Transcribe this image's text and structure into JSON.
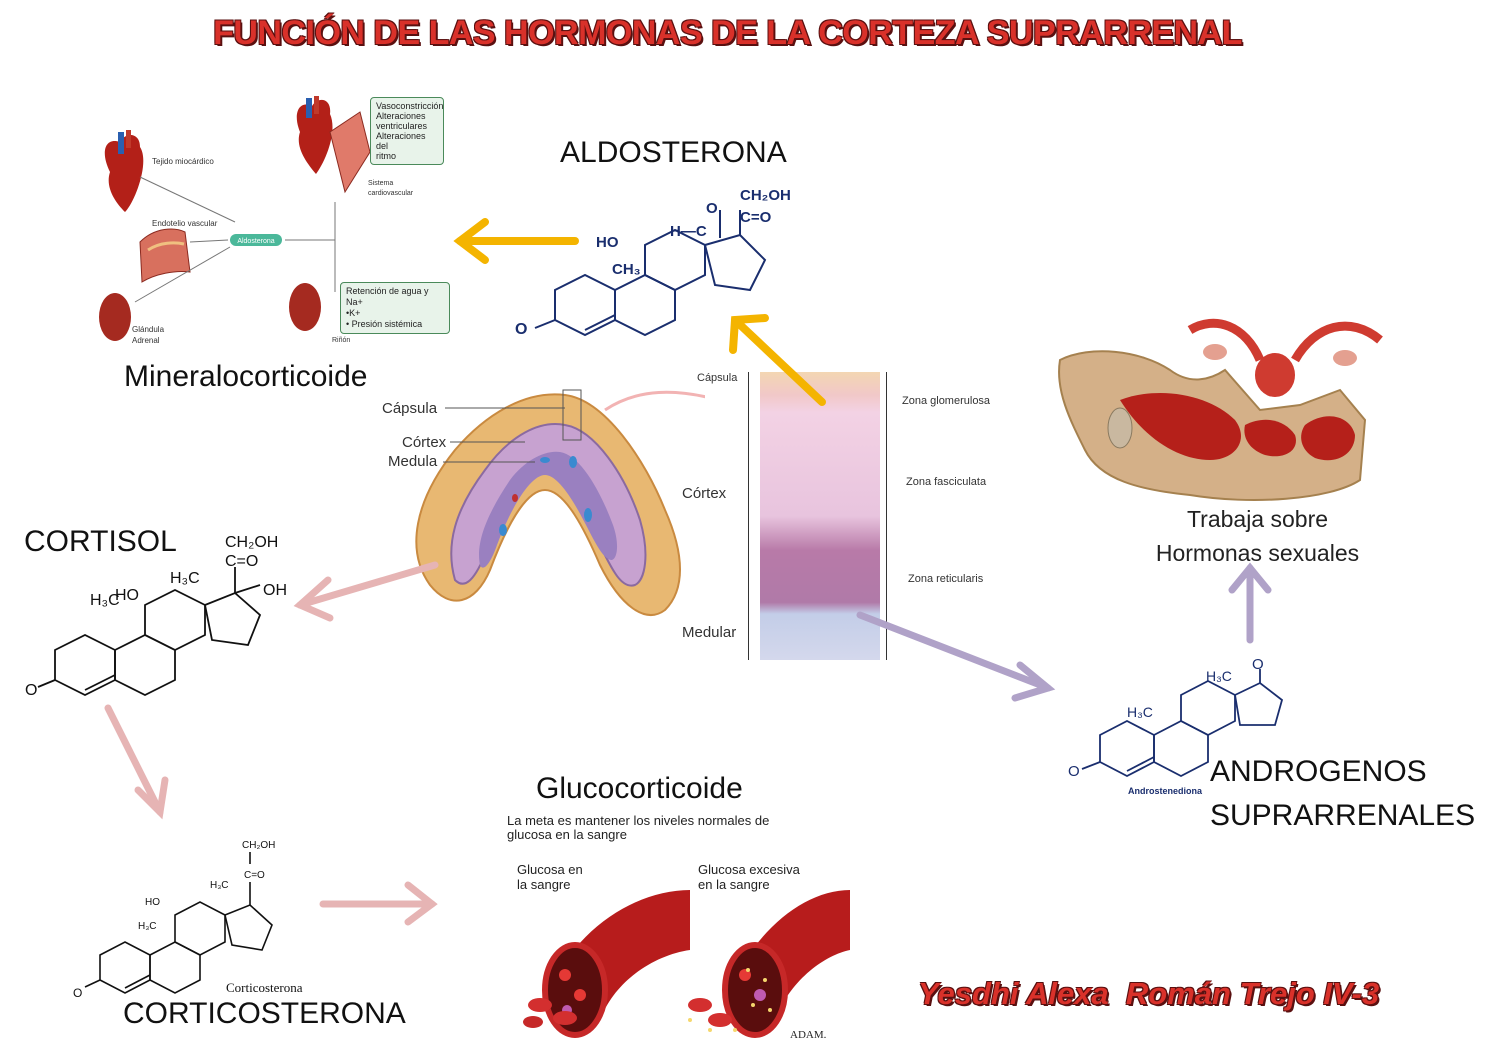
{
  "title": "FUNCIÓN DE LAS HORMONAS DE LA CORTEZA SUPRARRENAL",
  "labels": {
    "aldosterona": "ALDOSTERONA",
    "mineralocorticoide": "Mineralocorticoide",
    "cortisol": "CORTISOL",
    "corticosterona": "CORTICOSTERONA",
    "glucocorticoide": "Glucocorticoide",
    "androgenos_1": "ANDROGENOS",
    "androgenos_2": "SUPRARRENALES",
    "sexuales_1": "Trabaja sobre",
    "sexuales_2": "Hormonas sexuales",
    "author": "Yesdhi Alexa  Román Trejo IV-3"
  },
  "mineral_diagram": {
    "tejido": "Tejido miocárdico",
    "endotelio": "Endotelio vascular",
    "glandula_1": "Glándula",
    "glandula_2": "Adrenal",
    "aldosterona_pill": "Aldosterona",
    "cv_box": [
      "Vasoconstricción",
      "Alteraciones",
      "ventriculares",
      "Alteraciones del",
      "ritmo"
    ],
    "sistema_1": "Sistema",
    "sistema_2": "cardiovascular",
    "renal_box": [
      "Retención de agua y Na+",
      "•K+",
      "• Presión sistémica"
    ],
    "rinon": "Riñón"
  },
  "gland": {
    "capsula": "Cápsula",
    "cortex": "Córtex",
    "medula": "Medula"
  },
  "histology": {
    "capsula": "Cápsula",
    "cortex": "Córtex",
    "medular": "Medular",
    "zona_glom": "Zona glomerulosa",
    "zona_fasc": "Zona fasciculata",
    "zona_ret": "Zona reticularis"
  },
  "gluco": {
    "meta_1": "La meta es mantener los niveles normales de",
    "meta_2": "glucosa en la sangre",
    "normal_1": "Glucosa en",
    "normal_2": "la sangre",
    "excess_1": "Glucosa excesiva",
    "excess_2": "en la sangre",
    "adam": "ADAM."
  },
  "chem": {
    "ald_ch2oh": "CH₂OH",
    "ald_co": "C=O",
    "ald_o": "O",
    "ald_hc": "H—C",
    "ald_ho": "HO",
    "ald_ch3": "CH₃",
    "ald_keto": "O",
    "cort_ch2oh": "CH₂OH",
    "cort_co": "C=O",
    "cort_oh": "OH",
    "cort_ho": "HO",
    "cort_h3c_top": "H₃C",
    "cort_h3c": "H₃C",
    "cort_keto": "O",
    "ccs_ch2oh": "CH₂OH",
    "ccs_co": "C=O",
    "ccs_ho": "HO",
    "ccs_h3c_top": "H₃C",
    "ccs_h3c": "H₃C",
    "ccs_keto": "O",
    "ccs_name": "Corticosterona",
    "and_h3c_top": "H₃C",
    "and_o": "O",
    "and_h3c": "H₃C",
    "and_keto": "O",
    "and_name": "Androstenediona"
  },
  "colors": {
    "title": "#d9312a",
    "arrow_yellow": "#f4b400",
    "arrow_pink": "#e6b4b4",
    "arrow_purple": "#b0a2c8",
    "chem_blue": "#1a2e6e"
  }
}
